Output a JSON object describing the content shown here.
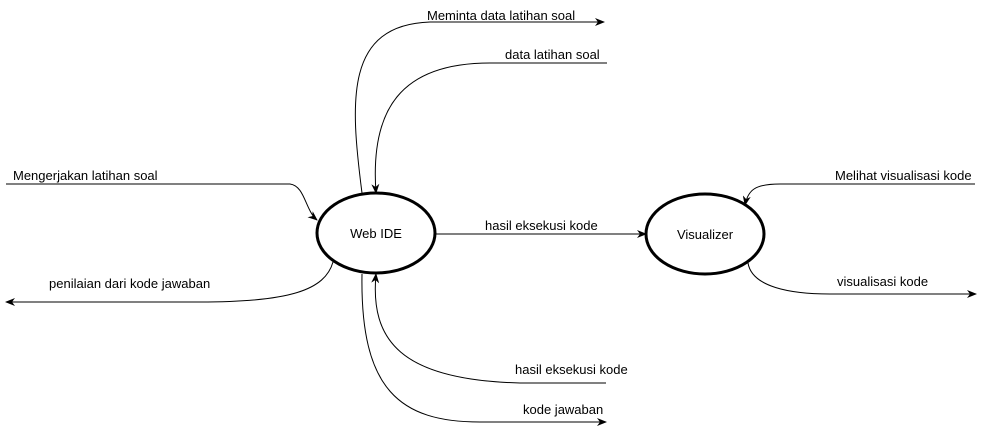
{
  "nodes": {
    "web_ide": "Web IDE",
    "visualizer": "Visualizer"
  },
  "flows": {
    "meminta_data": "Meminta data latihan soal",
    "data_latihan": "data latihan soal",
    "mengerjakan": "Mengerjakan latihan soal",
    "penilaian": "penilaian dari kode jawaban",
    "hasil_ide_vis": "hasil eksekusi kode",
    "melihat_vis": "Melihat visualisasi kode",
    "visualisasi": "visualisasi kode",
    "hasil_masuk": "hasil eksekusi kode",
    "kode_jawaban": "kode jawaban"
  }
}
